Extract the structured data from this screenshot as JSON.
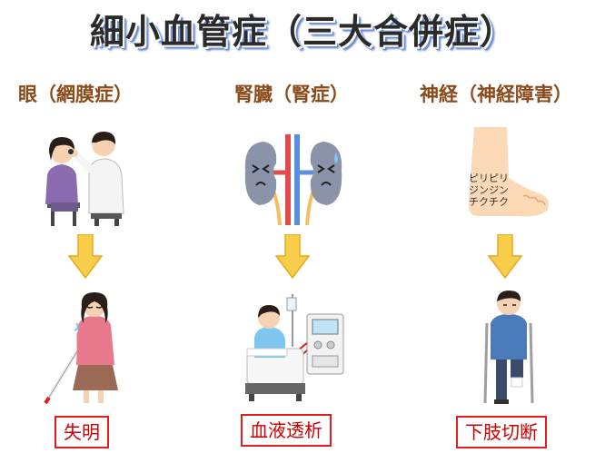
{
  "title": "細小血管症（三大合併症）",
  "columns": [
    {
      "heading": "眼（網膜症）",
      "outcome": "失明"
    },
    {
      "heading": "腎臓（腎症）",
      "outcome": "血液透析"
    },
    {
      "heading": "神経（神経障害）",
      "outcome": "下肢切断",
      "foot_lines": [
        "ピリピリ",
        "ジンジン",
        "チクチク"
      ]
    }
  ],
  "colors": {
    "heading": "#8a4a1a",
    "outcome_border": "#e01e1e",
    "outcome_text": "#d00000",
    "arrow_fill": "#f7cd4a",
    "arrow_stroke": "#e8a820"
  }
}
